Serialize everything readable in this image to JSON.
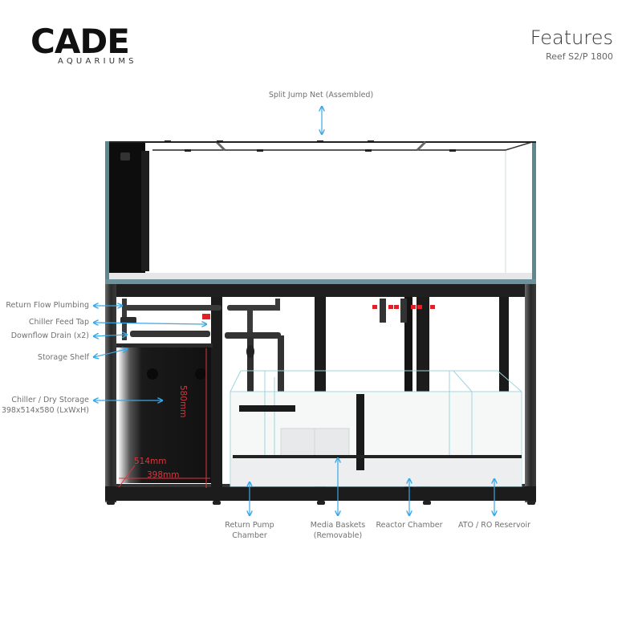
{
  "brand": {
    "logo_text": "CADE",
    "logo_subtext": "AQUARIUMS"
  },
  "header": {
    "title": "Features",
    "subtitle": "Reef S2/P 1800"
  },
  "callouts": {
    "top": {
      "label": "Split Jump Net (Assembled)"
    },
    "left": [
      {
        "label": "Return Flow Plumbing"
      },
      {
        "label": "Chiller Feed Tap"
      },
      {
        "label": "Downflow Drain (x2)"
      },
      {
        "label": "Storage Shelf"
      },
      {
        "label": "Chiller / Dry Storage",
        "sublabel": "398x514x580 (LxWxH)"
      }
    ],
    "bottom": [
      {
        "label": "Return Pump",
        "sublabel": "Chamber"
      },
      {
        "label": "Media Baskets",
        "sublabel": "(Removable)"
      },
      {
        "label": "Reactor Chamber"
      },
      {
        "label": "ATO / RO Reservoir"
      }
    ]
  },
  "dimensions": {
    "height": "580mm",
    "width": "514mm",
    "length": "398mm"
  },
  "colors": {
    "arrow": "#3aa7e6",
    "dimension": "#d9363e",
    "glass_edge": "#5e8891",
    "cabinet": "#1c1c1c",
    "valve_red": "#e31e24"
  }
}
